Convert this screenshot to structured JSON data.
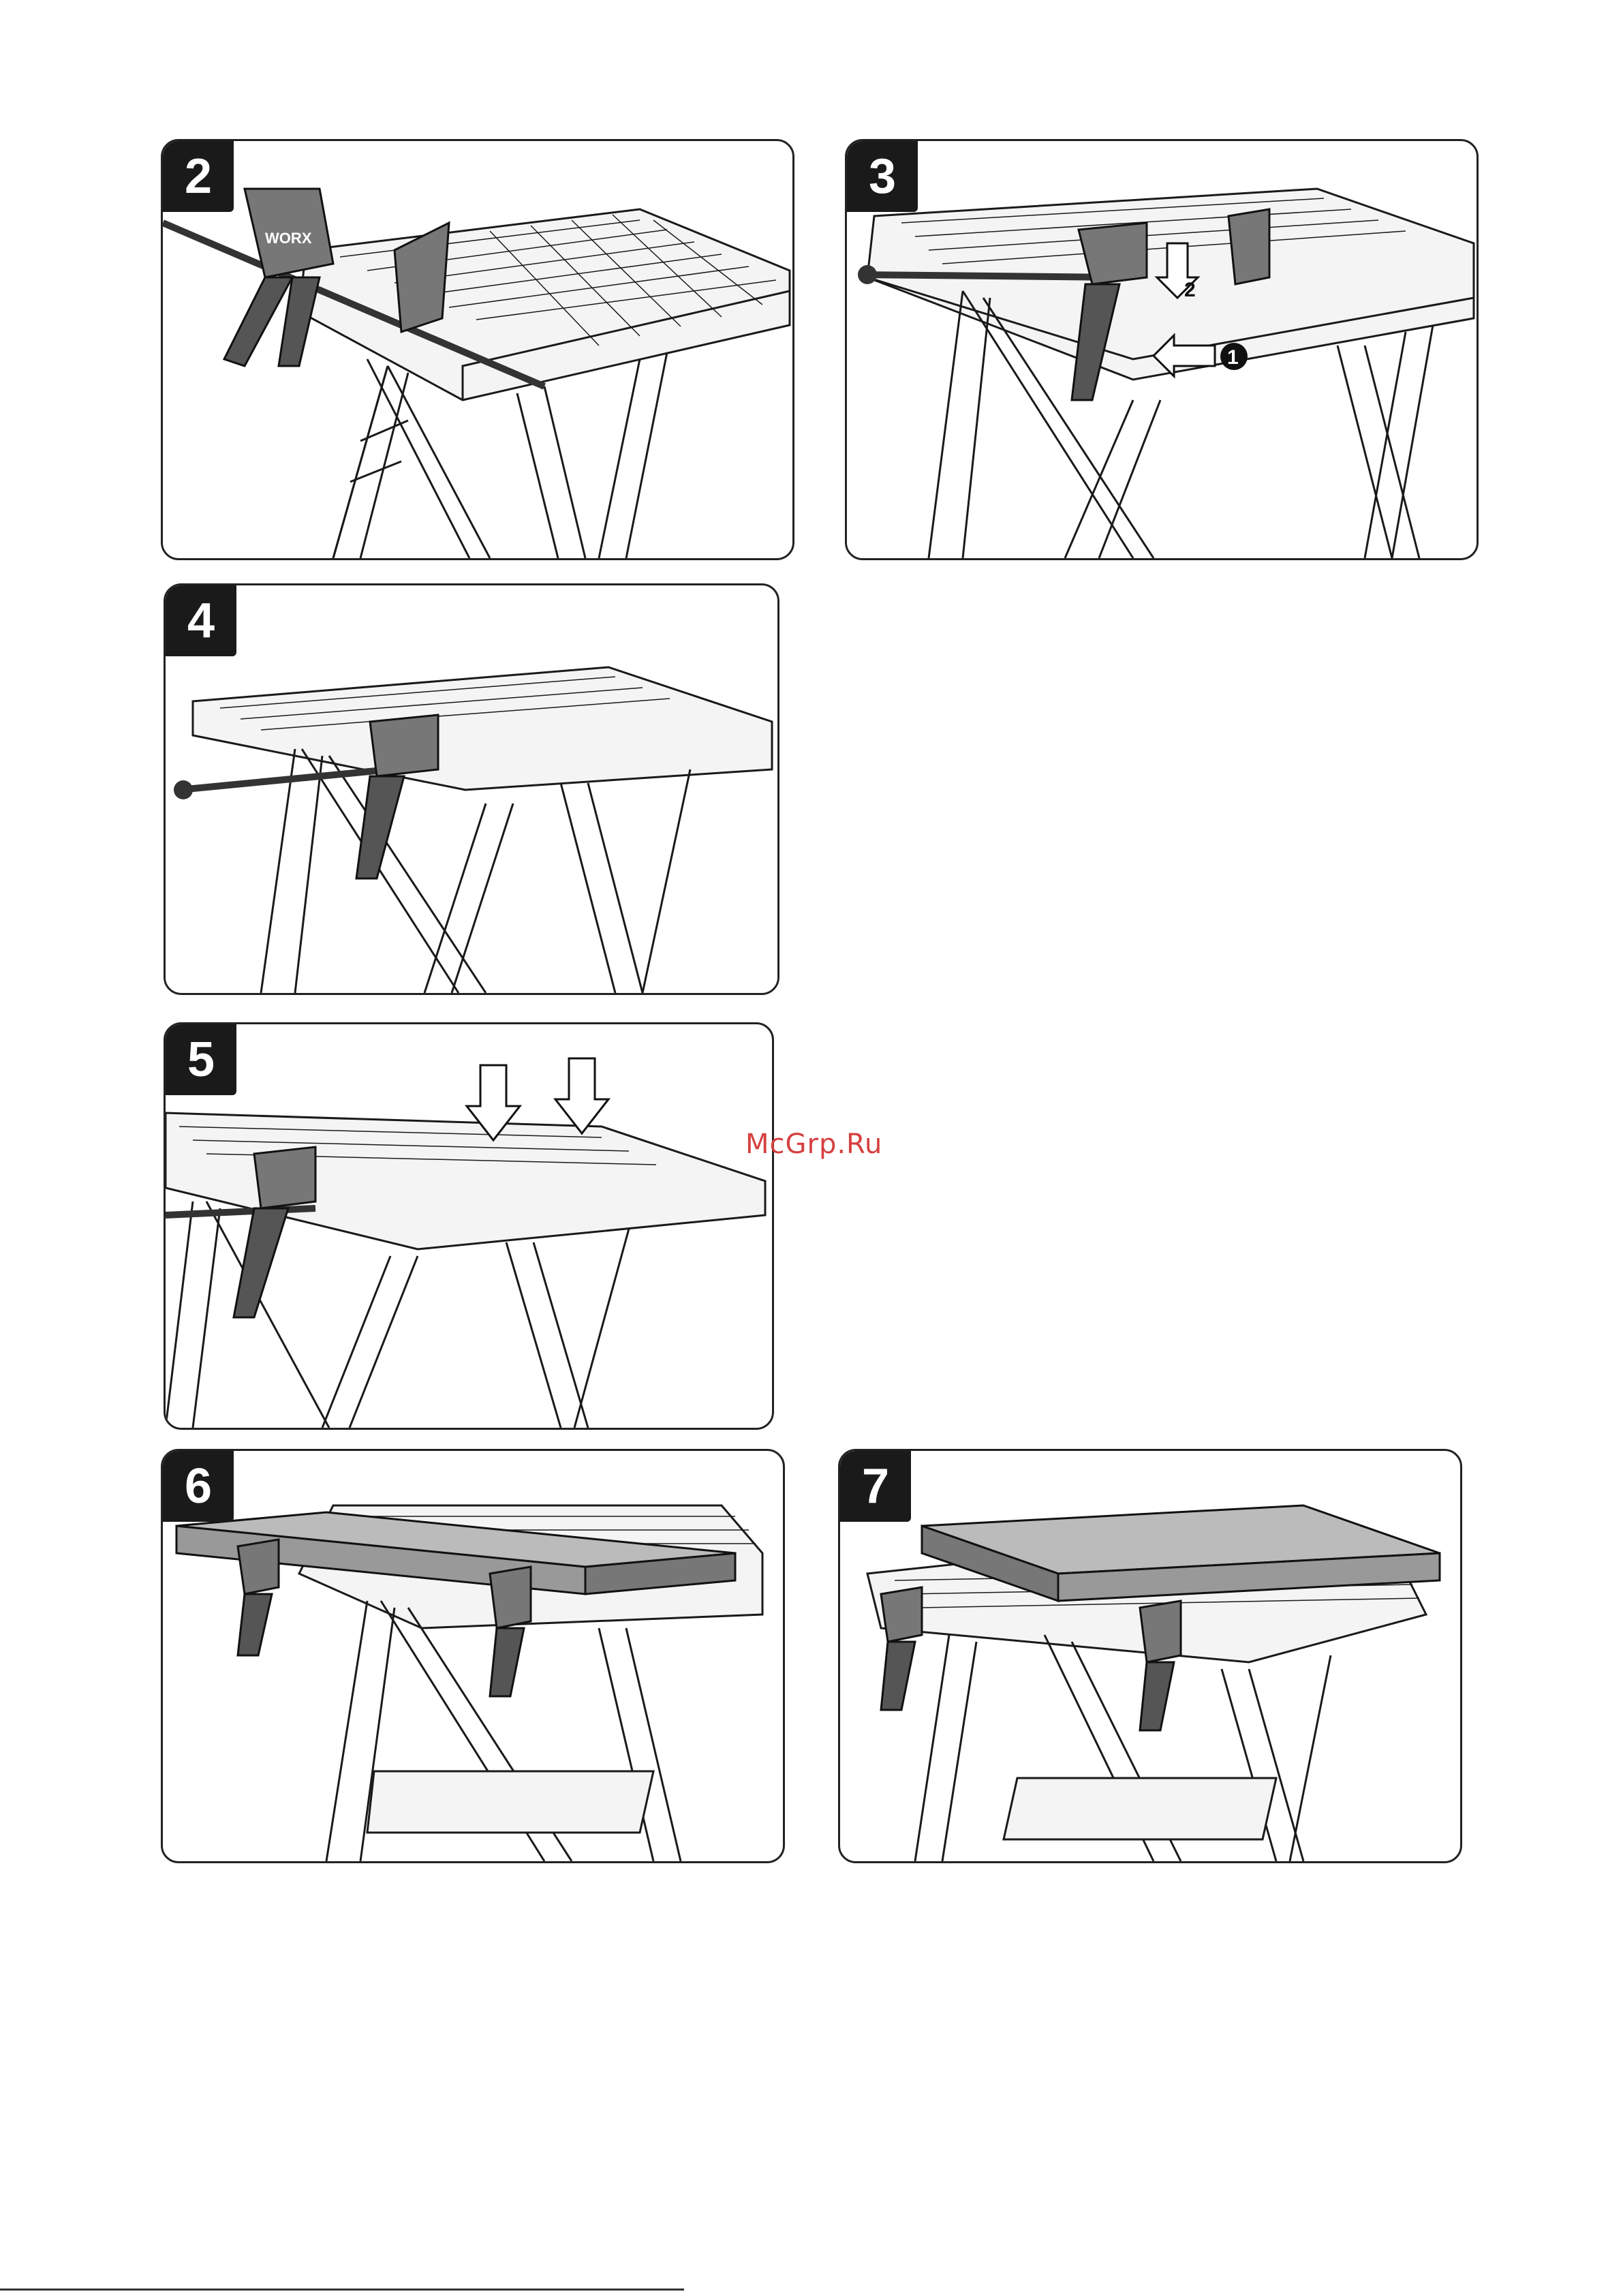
{
  "steps": [
    {
      "number": "2"
    },
    {
      "number": "3",
      "callouts": [
        "2",
        "1"
      ]
    },
    {
      "number": "4"
    },
    {
      "number": "5"
    },
    {
      "number": "6"
    },
    {
      "number": "7"
    }
  ],
  "watermark": "McGrp.Ru",
  "clamp_brand": "WORX",
  "colors": {
    "line": "#1a1a1a",
    "clamp": "#555555",
    "board": "#8a8a8a",
    "badge": "#1a1a1a",
    "watermark": "#d64040"
  }
}
